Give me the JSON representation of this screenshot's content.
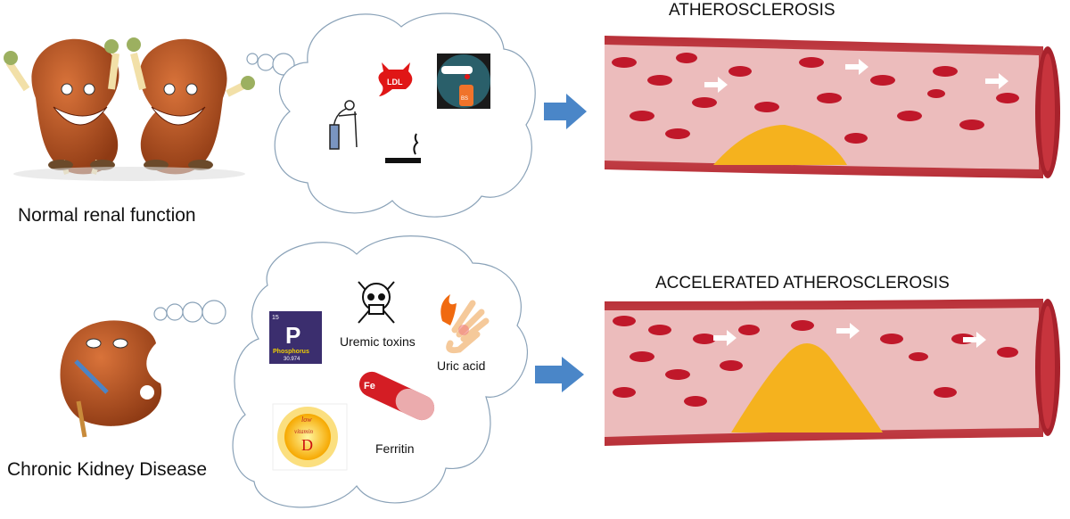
{
  "top": {
    "label": "Normal renal function",
    "title": "ATHEROSCLEROSIS",
    "risk_icons": [
      "elderly-person-icon",
      "ldl-devil-icon",
      "blood-sugar-meter-icon",
      "cigarette-icon"
    ],
    "ldl_text": "LDL",
    "meter_text": "BS"
  },
  "bottom": {
    "label": "Chronic Kidney Disease",
    "title": "ACCELERATED ATHEROSCLEROSIS",
    "phosphorus": {
      "number": "15",
      "symbol": "P",
      "name": "Phosphorus",
      "mass": "30.974"
    },
    "uremic": "Uremic toxins",
    "uric": "Uric acid",
    "ferritin": "Ferritin",
    "fe": "Fe",
    "vitd": {
      "low": "low",
      "vitamin": "vitamin",
      "d": "D"
    }
  },
  "colors": {
    "artery": "#c9424a",
    "lumen": "#eec3c3",
    "rbc": "#c0182a",
    "plaque": "#f5b21e",
    "arrow": "#4a86c8",
    "kidney": "#b2521f"
  }
}
